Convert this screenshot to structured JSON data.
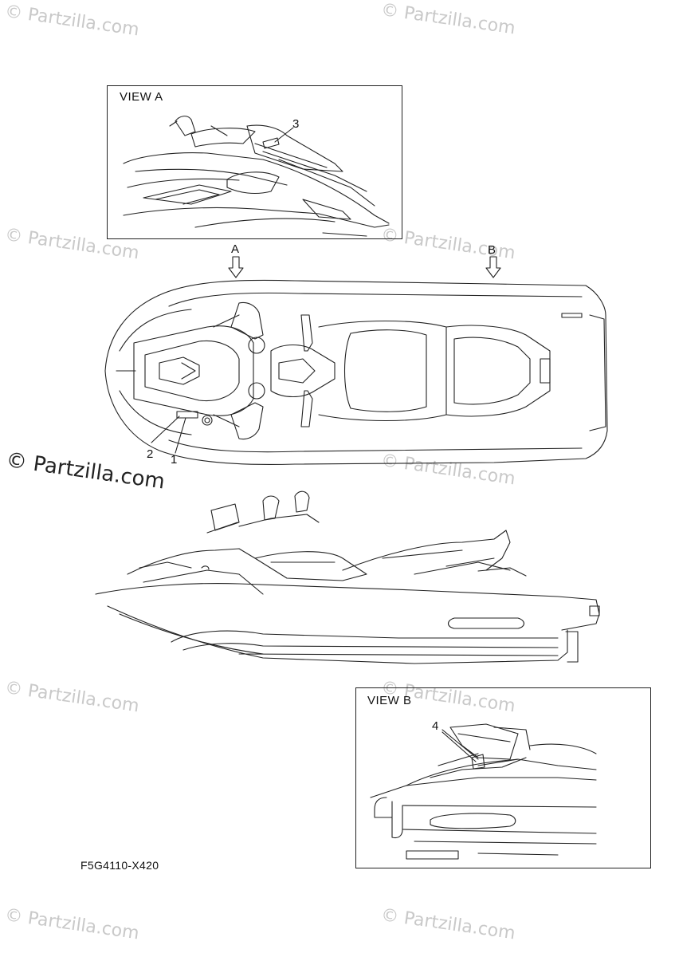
{
  "watermark": "© Partzilla.com",
  "view_a": {
    "title": "VIEW A"
  },
  "view_b": {
    "title": "VIEW B"
  },
  "arrows": {
    "a": "A",
    "b": "B"
  },
  "callouts": {
    "c1": "1",
    "c2": "2",
    "c3": "3",
    "c4": "4"
  },
  "reference_code": "F5G4110-X420"
}
